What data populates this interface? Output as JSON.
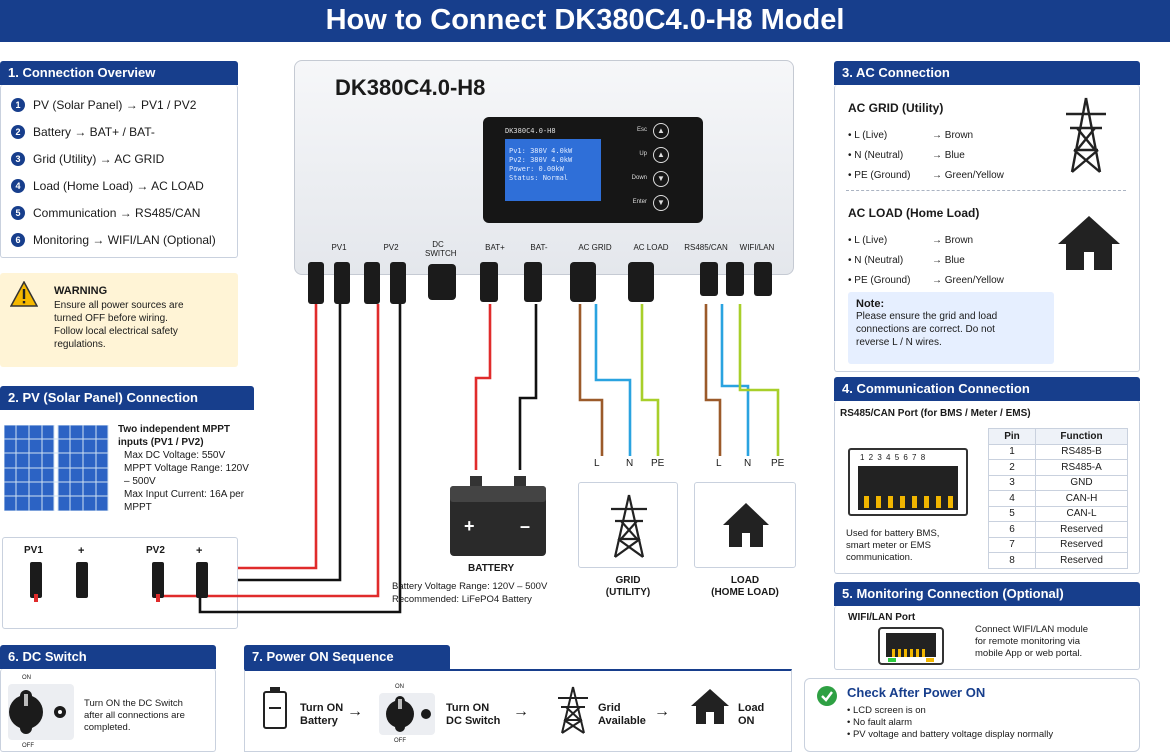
{
  "title": "How to Connect DK380C4.0-H8 Model",
  "device": {
    "model": "DK380C4.0-H8",
    "lcd": {
      "header": "DK380C4.0-H8",
      "lines": [
        "Pv1: 380V 4.0kW",
        "Pv2: 380V 4.0kW",
        "Power: 0.00kW",
        "Status: Normal"
      ]
    },
    "buttons": [
      {
        "label": "Esc",
        "icon": "up-arrow"
      },
      {
        "label": "Up",
        "icon": "up-arrow"
      },
      {
        "label": "Down",
        "icon": "down-arrow"
      },
      {
        "label": "Enter",
        "icon": "down-arrow"
      }
    ],
    "ports": [
      "PV1",
      "PV2",
      "DC SWITCH",
      "BAT+",
      "BAT-",
      "AC GRID",
      "AC LOAD",
      "RS485/CAN",
      "WIFI/LAN"
    ]
  },
  "overview": {
    "heading": "1. Connection Overview",
    "items": [
      {
        "num": "1",
        "text": "PV (Solar Panel) → PV1 / PV2"
      },
      {
        "num": "2",
        "text": "Battery → BAT+ / BAT-"
      },
      {
        "num": "3",
        "text": "Grid (Utility) → AC GRID"
      },
      {
        "num": "4",
        "text": "Load (Home Load) → AC LOAD"
      },
      {
        "num": "5",
        "text": "Communication → RS485/CAN"
      },
      {
        "num": "6",
        "text": "Monitoring → WIFI/LAN (Optional)"
      }
    ]
  },
  "warning": {
    "title": "WARNING",
    "lines": [
      "Ensure all power sources are",
      "turned OFF before wiring.",
      "Follow local electrical safety",
      "regulations."
    ]
  },
  "pv": {
    "heading": "2. PV (Solar Panel) Connection",
    "intro": "Two independent MPPT inputs (PV1 / PV2)",
    "bullets": [
      "Max DC Voltage: 550V",
      "MPPT Voltage Range: 120V – 500V",
      "Max Input Current: 16A per MPPT"
    ],
    "pv1": "PV1",
    "pv2": "PV2",
    "plus": "+",
    "minus": "–"
  },
  "battery": {
    "label": "BATTERY",
    "range": "Battery Voltage Range: 120V – 500V",
    "recommended": "Recommended: LiFePO4 Battery",
    "plus": "+",
    "minus": "–"
  },
  "grid_box": {
    "label1": "GRID",
    "label2": "(UTILITY)",
    "l": "L",
    "n": "N",
    "pe": "PE"
  },
  "load_box": {
    "label1": "LOAD",
    "label2": "(HOME LOAD)",
    "l": "L",
    "n": "N",
    "pe": "PE"
  },
  "ac": {
    "heading": "3. AC Connection",
    "grid_title": "AC GRID (Utility)",
    "grid_rows": [
      {
        "wire": "• L (Live)",
        "color": "→ Brown"
      },
      {
        "wire": "• N (Neutral)",
        "color": "→ Blue"
      },
      {
        "wire": "• PE (Ground)",
        "color": "→ Green/Yellow"
      }
    ],
    "load_title": "AC LOAD (Home Load)",
    "load_rows": [
      {
        "wire": "• L (Live)",
        "color": "→ Brown"
      },
      {
        "wire": "• N (Neutral)",
        "color": "→ Blue"
      },
      {
        "wire": "• PE (Ground)",
        "color": "→ Green/Yellow"
      }
    ],
    "note_title": "Note:",
    "note_lines": [
      "Please ensure the grid and load",
      "connections are correct. Do not",
      "reverse L / N wires."
    ]
  },
  "comm": {
    "heading": "4. Communication Connection",
    "subtitle": "RS485/CAN Port (for BMS / Meter / EMS)",
    "pin_numbers": "1 2 3 4 5 6 7 8",
    "desc_lines": [
      "Used for battery BMS,",
      "smart meter or EMS",
      "communication."
    ],
    "table_headers": [
      "Pin",
      "Function"
    ],
    "table_rows": [
      [
        "1",
        "RS485-B"
      ],
      [
        "2",
        "RS485-A"
      ],
      [
        "3",
        "GND"
      ],
      [
        "4",
        "CAN-H"
      ],
      [
        "5",
        "CAN-L"
      ],
      [
        "6",
        "Reserved"
      ],
      [
        "7",
        "Reserved"
      ],
      [
        "8",
        "Reserved"
      ]
    ]
  },
  "monitor": {
    "heading": "5. Monitoring Connection (Optional)",
    "port_label": "WIFI/LAN Port",
    "desc_lines": [
      "Connect WIFI/LAN module",
      "for remote monitoring via",
      "mobile App or web portal."
    ]
  },
  "dcswitch": {
    "heading": "6. DC Switch",
    "on": "ON",
    "off": "OFF",
    "desc_lines": [
      "Turn ON the DC Switch",
      "after all connections are",
      "completed."
    ]
  },
  "sequence": {
    "heading": "7. Power ON Sequence",
    "steps": [
      {
        "l1": "Turn ON",
        "l2": "Battery"
      },
      {
        "l1": "Turn ON",
        "l2": "DC Switch"
      },
      {
        "l1": "Grid",
        "l2": "Available"
      },
      {
        "l1": "Load",
        "l2": "ON"
      }
    ],
    "arrow": "→",
    "on": "ON",
    "off": "OFF"
  },
  "check": {
    "title": "Check After Power ON",
    "items": [
      "• LCD screen is on",
      "• No fault alarm",
      "• PV voltage and battery voltage display normally"
    ]
  },
  "colors": {
    "navy": "#173e8c",
    "red": "#e02b2b",
    "black": "#111111",
    "brown": "#9b5a2a",
    "blue": "#2aa3e0",
    "greenyellow": "#a8cf2a",
    "warn_bg": "#fff4d6"
  }
}
